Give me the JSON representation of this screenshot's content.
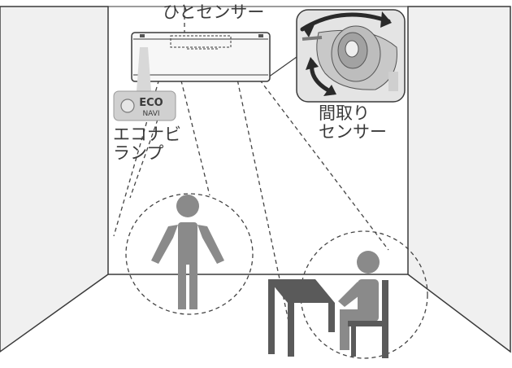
{
  "labels": {
    "human_sensor": "ひとセンサー",
    "floor_sensor": [
      "間取り",
      "センサー"
    ],
    "eco_lamp": [
      "エコナビ",
      "ランプ"
    ]
  },
  "eco_badge": {
    "line1": "ECO",
    "line2": "NAVI"
  },
  "colors": {
    "wall": "#f0f0f0",
    "outline": "#3a3a3a",
    "figure": "#8a8a8a",
    "furniture": "#5a5a5a",
    "arrow": "#2a2a2a",
    "dashed": "#444444"
  },
  "icons": [
    "standing-person-icon",
    "seated-person-icon",
    "table-icon",
    "chair-icon",
    "rotation-arrow-icon",
    "eco-navi-lamp-icon"
  ]
}
